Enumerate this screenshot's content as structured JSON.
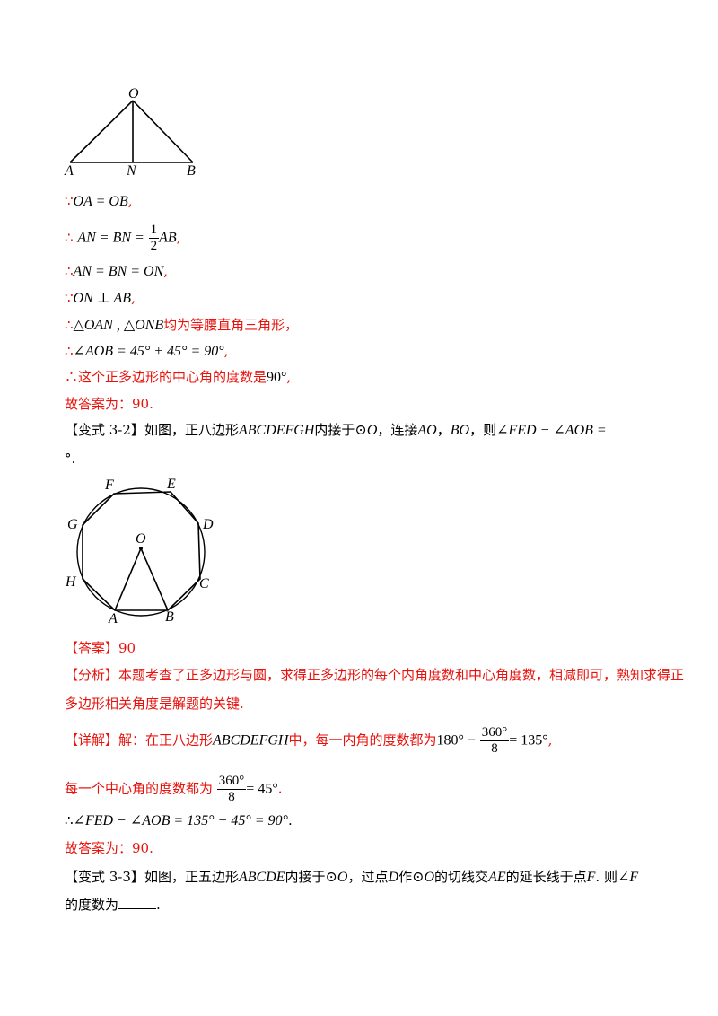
{
  "fig1": {
    "labels": {
      "O": "O",
      "A": "A",
      "N": "N",
      "B": "B"
    }
  },
  "solution1": {
    "l1_pre": "∵",
    "l1_math": "OA = OB",
    "l1_end": ",",
    "l2_pre": "∴",
    "l2_math": "AN = BN =",
    "l2_frac_num": "1",
    "l2_frac_den": "2",
    "l2_math2": "AB",
    "l2_end": ",",
    "l3_pre": "∴",
    "l3_math": "AN = BN = ON",
    "l3_end": ",",
    "l4_pre": "∵",
    "l4_math": "ON ⊥ AB",
    "l4_end": ",",
    "l5_pre": "∴",
    "l5_math": "△OAN , △ONB",
    "l5_text": "均为等腰直角三角形，",
    "l6_pre": "∴",
    "l6_math": "∠AOB = 45° + 45° = 90°",
    "l6_end": ",",
    "l7_pre": "∴这个正多边形的中心角的度数是",
    "l7_val": "90°",
    "l7_end": ",",
    "l8": "故答案为：90."
  },
  "problem32": {
    "tag": "【变式 3-2】",
    "text_a": "如图，正八边形",
    "poly": "ABCDEFGH",
    "text_b": "内接于",
    "circ": "⊙O",
    "text_c": "，连接",
    "ao": "AO",
    "sep": "，",
    "bo": "BO",
    "text_d": "，则",
    "expr": "∠FED − ∠AOB =",
    "line2": "°."
  },
  "fig2": {
    "labels": {
      "F": "F",
      "E": "E",
      "G": "G",
      "D": "D",
      "O": "O",
      "H": "H",
      "C": "C",
      "A": "A",
      "B": "B"
    }
  },
  "answer32": {
    "ans_tag": "【答案】",
    "ans_val": "90",
    "an_tag": "【分析】",
    "an_text1": "本题考查了正多边形与圆，求得正多边形的每个内角度数和中心角度数，相减即可，熟知求得正",
    "an_text2": "多边形相关角度是解题的关键.",
    "de_tag": "【详解】",
    "de_text": "解：在正八边形",
    "de_poly": "ABCDEFGH",
    "de_text2": "中，每一内角的度数都为",
    "de_180": "180° −",
    "de_frac_num": "360°",
    "de_frac_den": "8",
    "de_eq": "= 135°",
    "de_end": ",",
    "c_text": "每一个中心角的度数都为",
    "c_frac_num": "360°",
    "c_frac_den": "8",
    "c_eq": "= 45°",
    "c_end": ".",
    "f_pre": "∴",
    "f_expr": "∠FED − ∠AOB = 135° − 45° = 90°",
    "f_end": ".",
    "f_ans": "故答案为：90."
  },
  "problem33": {
    "tag": "【变式 3-3】",
    "text_a": "如图，正五边形",
    "poly": "ABCDE",
    "text_b": "内接于",
    "circ": "⊙O",
    "text_c": "，过点",
    "d": "D",
    "text_d": "作",
    "circ2": "⊙O",
    "text_e": "的切线交",
    "ae": "AE",
    "text_f": "的延长线于点",
    "f": "F",
    "text_g": ". 则",
    "angle": "∠F",
    "line2": "的度数为",
    "line2_end": "."
  }
}
